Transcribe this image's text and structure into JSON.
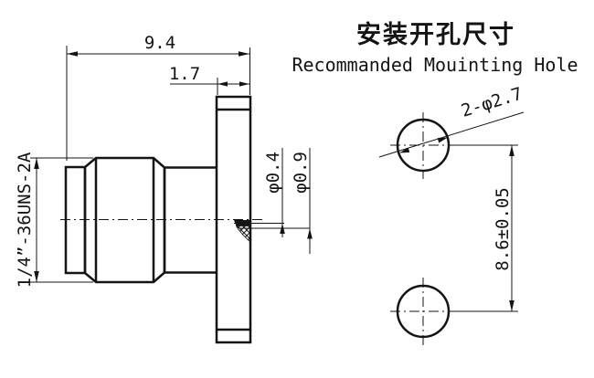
{
  "titles": {
    "chinese": "安装开孔尺寸",
    "english": "Recommanded Mouinting Hole"
  },
  "side_view": {
    "overall_length": "9.4",
    "flange_thickness": "1.7",
    "thread_spec": "1/4”-36UNS-2A",
    "inner_hole_diameter": "φ0.4",
    "outer_hole_diameter": "φ0.9"
  },
  "mounting_view": {
    "hole_callout": "2-φ2.7",
    "hole_spacing": "8.6±0.05"
  },
  "colors": {
    "line": "#141414",
    "background": "#ffffff"
  }
}
